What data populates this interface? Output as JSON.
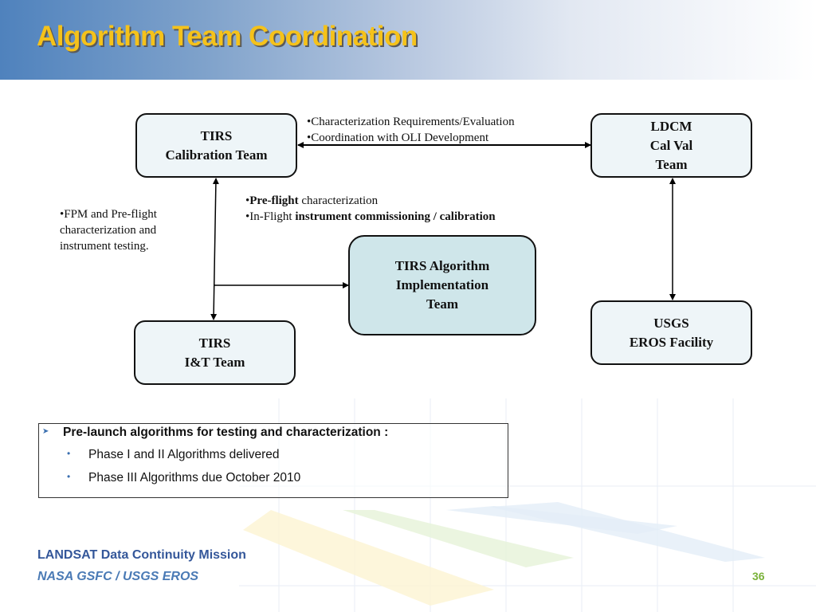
{
  "slide": {
    "title": "Algorithm Team Coordination",
    "page_number": "36"
  },
  "boxes": {
    "tirs_cal": {
      "line1": "TIRS",
      "line2": "Calibration Team"
    },
    "ldcm": {
      "line1": "LDCM",
      "line2": "Cal Val",
      "line3": "Team"
    },
    "impl": {
      "line1": "TIRS Algorithm",
      "line2": "Implementation",
      "line3": "Team"
    },
    "tirs_it": {
      "line1": "TIRS",
      "line2": "I&T  Team"
    },
    "usgs": {
      "line1": "USGS",
      "line2": "EROS Facility"
    }
  },
  "notes": {
    "top": [
      "•Characterization Requirements/Evaluation",
      "•Coordination with OLI Development"
    ],
    "left": [
      "•FPM and Pre-flight",
      "characterization and",
      "instrument testing."
    ],
    "middle": {
      "l1_bold": "Pre-flight",
      "l1_rest": " characterization",
      "l2_plain": "In-Flight ",
      "l2_bold": "instrument commissioning / calibration",
      "bullet": "•"
    }
  },
  "summary": {
    "heading": "Pre-launch algorithms for testing and characterization :",
    "items": [
      "Phase I and II Algorithms delivered",
      "Phase III Algorithms due October 2010"
    ],
    "arrow_bullet": "➤",
    "dot_bullet": "•"
  },
  "footer": {
    "line1": "LANDSAT Data Continuity Mission",
    "line2": "NASA GSFC / USGS EROS"
  },
  "colors": {
    "title": "#f5c21a",
    "header_start": "#4f82bd",
    "box_fill": "#eef5f8",
    "impl_fill": "#cfe6ea",
    "footer_primary": "#34579a",
    "footer_secondary": "#4a7ab5",
    "page_number": "#7ab23a"
  }
}
